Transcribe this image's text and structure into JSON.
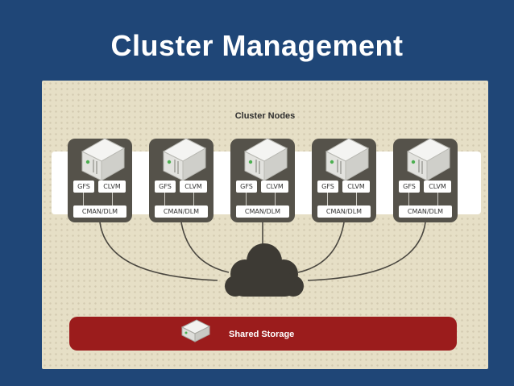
{
  "slide": {
    "title": "Cluster Management"
  },
  "diagram": {
    "nodes_heading": "Cluster Nodes",
    "nodes": [
      {
        "gfs": "GFS",
        "clvm": "CLVM",
        "cman": "CMAN/DLM",
        "icon": "server-icon"
      },
      {
        "gfs": "GFS",
        "clvm": "CLVM",
        "cman": "CMAN/DLM",
        "icon": "server-icon"
      },
      {
        "gfs": "GFS",
        "clvm": "CLVM",
        "cman": "CMAN/DLM",
        "icon": "server-icon"
      },
      {
        "gfs": "GFS",
        "clvm": "CLVM",
        "cman": "CMAN/DLM",
        "icon": "server-icon"
      },
      {
        "gfs": "GFS",
        "clvm": "CLVM",
        "cman": "CMAN/DLM",
        "icon": "server-icon"
      }
    ],
    "network_icon": "cloud-icon",
    "storage": {
      "label": "Shared Storage",
      "icon": "storage-drive-icon"
    },
    "colors": {
      "background": "#1f4677",
      "panel": "#e6dfc6",
      "node": "#55524a",
      "storage": "#9b1c1c",
      "cloud": "#3d3a34"
    }
  }
}
